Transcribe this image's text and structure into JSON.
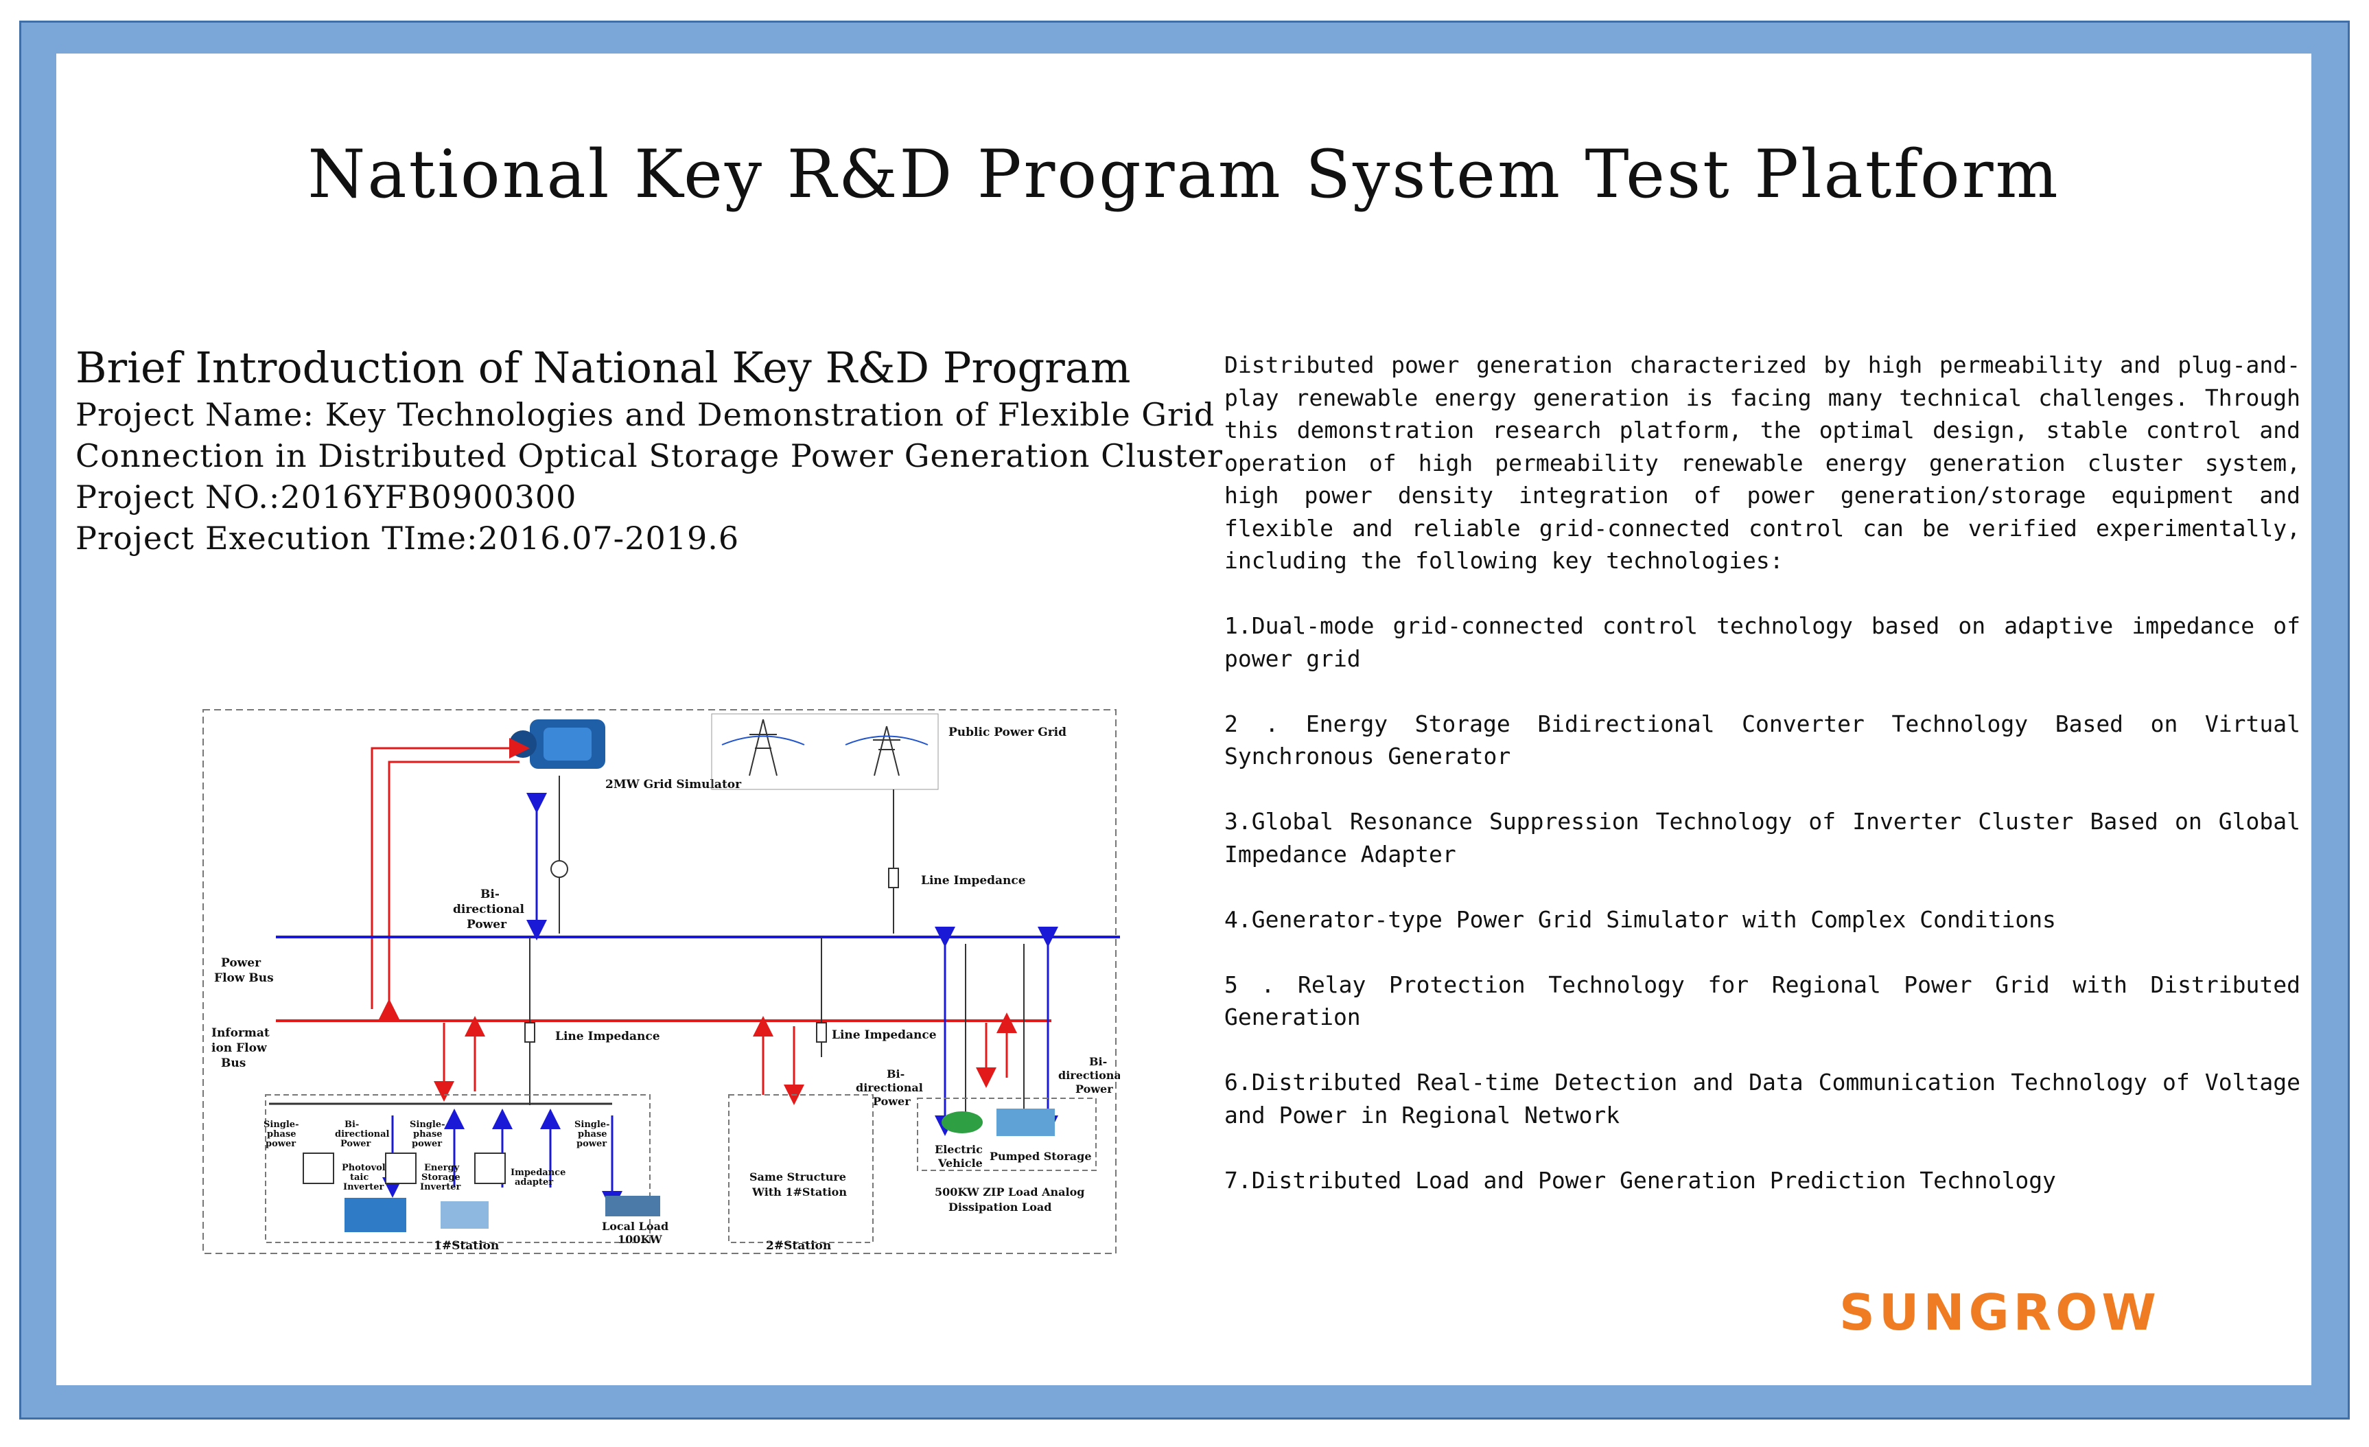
{
  "page": {
    "title": "National Key R&D Program System Test Platform"
  },
  "brief": {
    "heading": "Brief Introduction of National Key R&D Program",
    "lines": [
      "Project Name: Key Technologies and Demonstration of Flexible Grid",
      "Connection in Distributed Optical Storage Power Generation Cluster",
      "Project NO.:2016YFB0900300",
      "Project Execution TIme:2016.07-2019.6"
    ]
  },
  "description": {
    "intro": "Distributed power generation characterized by high permeability and plug-and-play renewable energy generation is facing many technical challenges. Through this demonstration research platform, the optimal design, stable control and operation of high permeability renewable energy generation cluster system, high power density integration of power generation/storage equipment and flexible and reliable grid-connected control can be verified experimentally, including the following key technologies:",
    "items": [
      "1.Dual-mode grid-connected control technology based on adaptive impedance of power grid",
      "2 . Energy Storage Bidirectional Converter Technology Based on Virtual Synchronous Generator",
      "3.Global Resonance Suppression Technology of Inverter Cluster Based on Global Impedance Adapter",
      "4.Generator-type Power Grid Simulator with Complex Conditions",
      "5 . Relay Protection Technology for Regional Power Grid with Distributed Generation",
      "6.Distributed Real-time Detection and Data Communication Technology of Voltage and Power in Regional Network",
      "7.Distributed Load and Power Generation Prediction Technology"
    ]
  },
  "diagram": {
    "grid_simulator": "2MW Grid Simulator",
    "public_grid": "Public Power Grid",
    "bidirectional_1": "Bi-",
    "bidirectional_2": "directional",
    "bidirectional_3": "Power",
    "line_impedance": "Line Impedance",
    "power_bus_1": "Power",
    "power_bus_2": "Flow Bus",
    "info_bus_1": "Informat",
    "info_bus_2": "ion Flow",
    "info_bus_3": "Bus",
    "single_phase_1": "Single-",
    "single_phase_2": "phase",
    "single_phase_3": "power",
    "pv_inverter_1": "Photovol",
    "pv_inverter_2": "taic",
    "pv_inverter_3": "Inverter",
    "storage_inverter_1": "Energy",
    "storage_inverter_2": "Storage",
    "storage_inverter_3": "Inverter",
    "impedance_adapter_1": "Impedance",
    "impedance_adapter_2": "adapter",
    "local_load_1": "Local Load",
    "local_load_2": "100KW",
    "same_structure_1": "Same Structure",
    "same_structure_2": "With 1#Station",
    "electric_vehicle_1": "Electric",
    "electric_vehicle_2": "Vehicle",
    "pumped_storage": "Pumped Storage",
    "zip_load_1": "500KW ZIP Load Analog",
    "zip_load_2": "Dissipation Load",
    "station1": "1#Station",
    "station2": "2#Station"
  },
  "logo": {
    "text": "SUNGROW"
  },
  "colors": {
    "frame": "#7aa7d8",
    "logo": "#ef7b22",
    "power_bus": "#1a1ad6",
    "info_bus": "#e31a1a"
  }
}
